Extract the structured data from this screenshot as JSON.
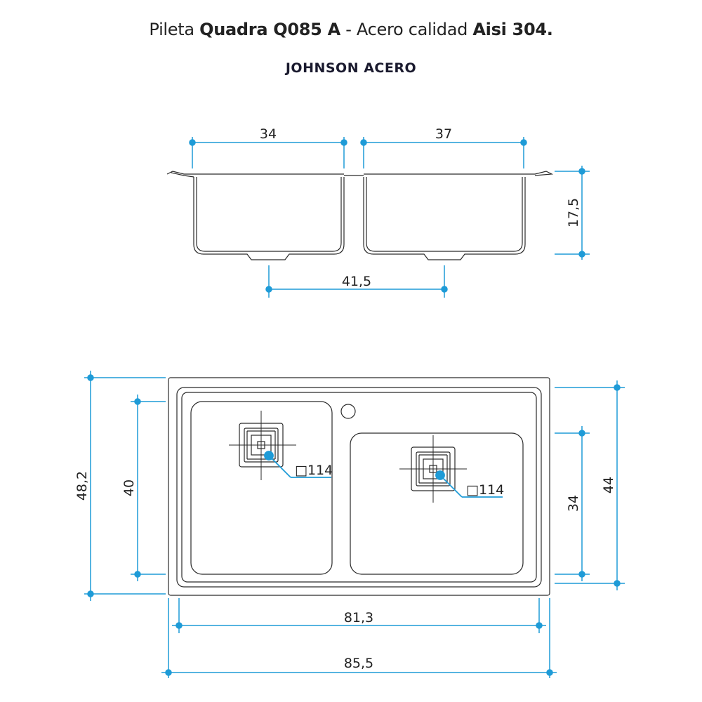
{
  "header": {
    "title_part1": "Pileta ",
    "title_bold1": "Quadra Q085 A",
    "title_part2": " - Acero calidad ",
    "title_bold2": "Aisi 304.",
    "brand": "JOHNSON ACERO"
  },
  "colors": {
    "dimension": "#1e9bd7",
    "outline": "#2a2a2a"
  },
  "section_view": {
    "dim_left_bowl_width": "34",
    "dim_right_bowl_width": "37",
    "dim_depth": "17,5",
    "dim_drain_spacing": "41,5"
  },
  "plan_view": {
    "dim_total_depth": "48,2",
    "dim_left_bowl_depth": "40",
    "dim_right_overall": "44",
    "dim_right_bowl_depth": "34",
    "dim_inner_width": "81,3",
    "dim_total_width": "85,5",
    "drain_left_label": "□114",
    "drain_right_label": "□114"
  }
}
